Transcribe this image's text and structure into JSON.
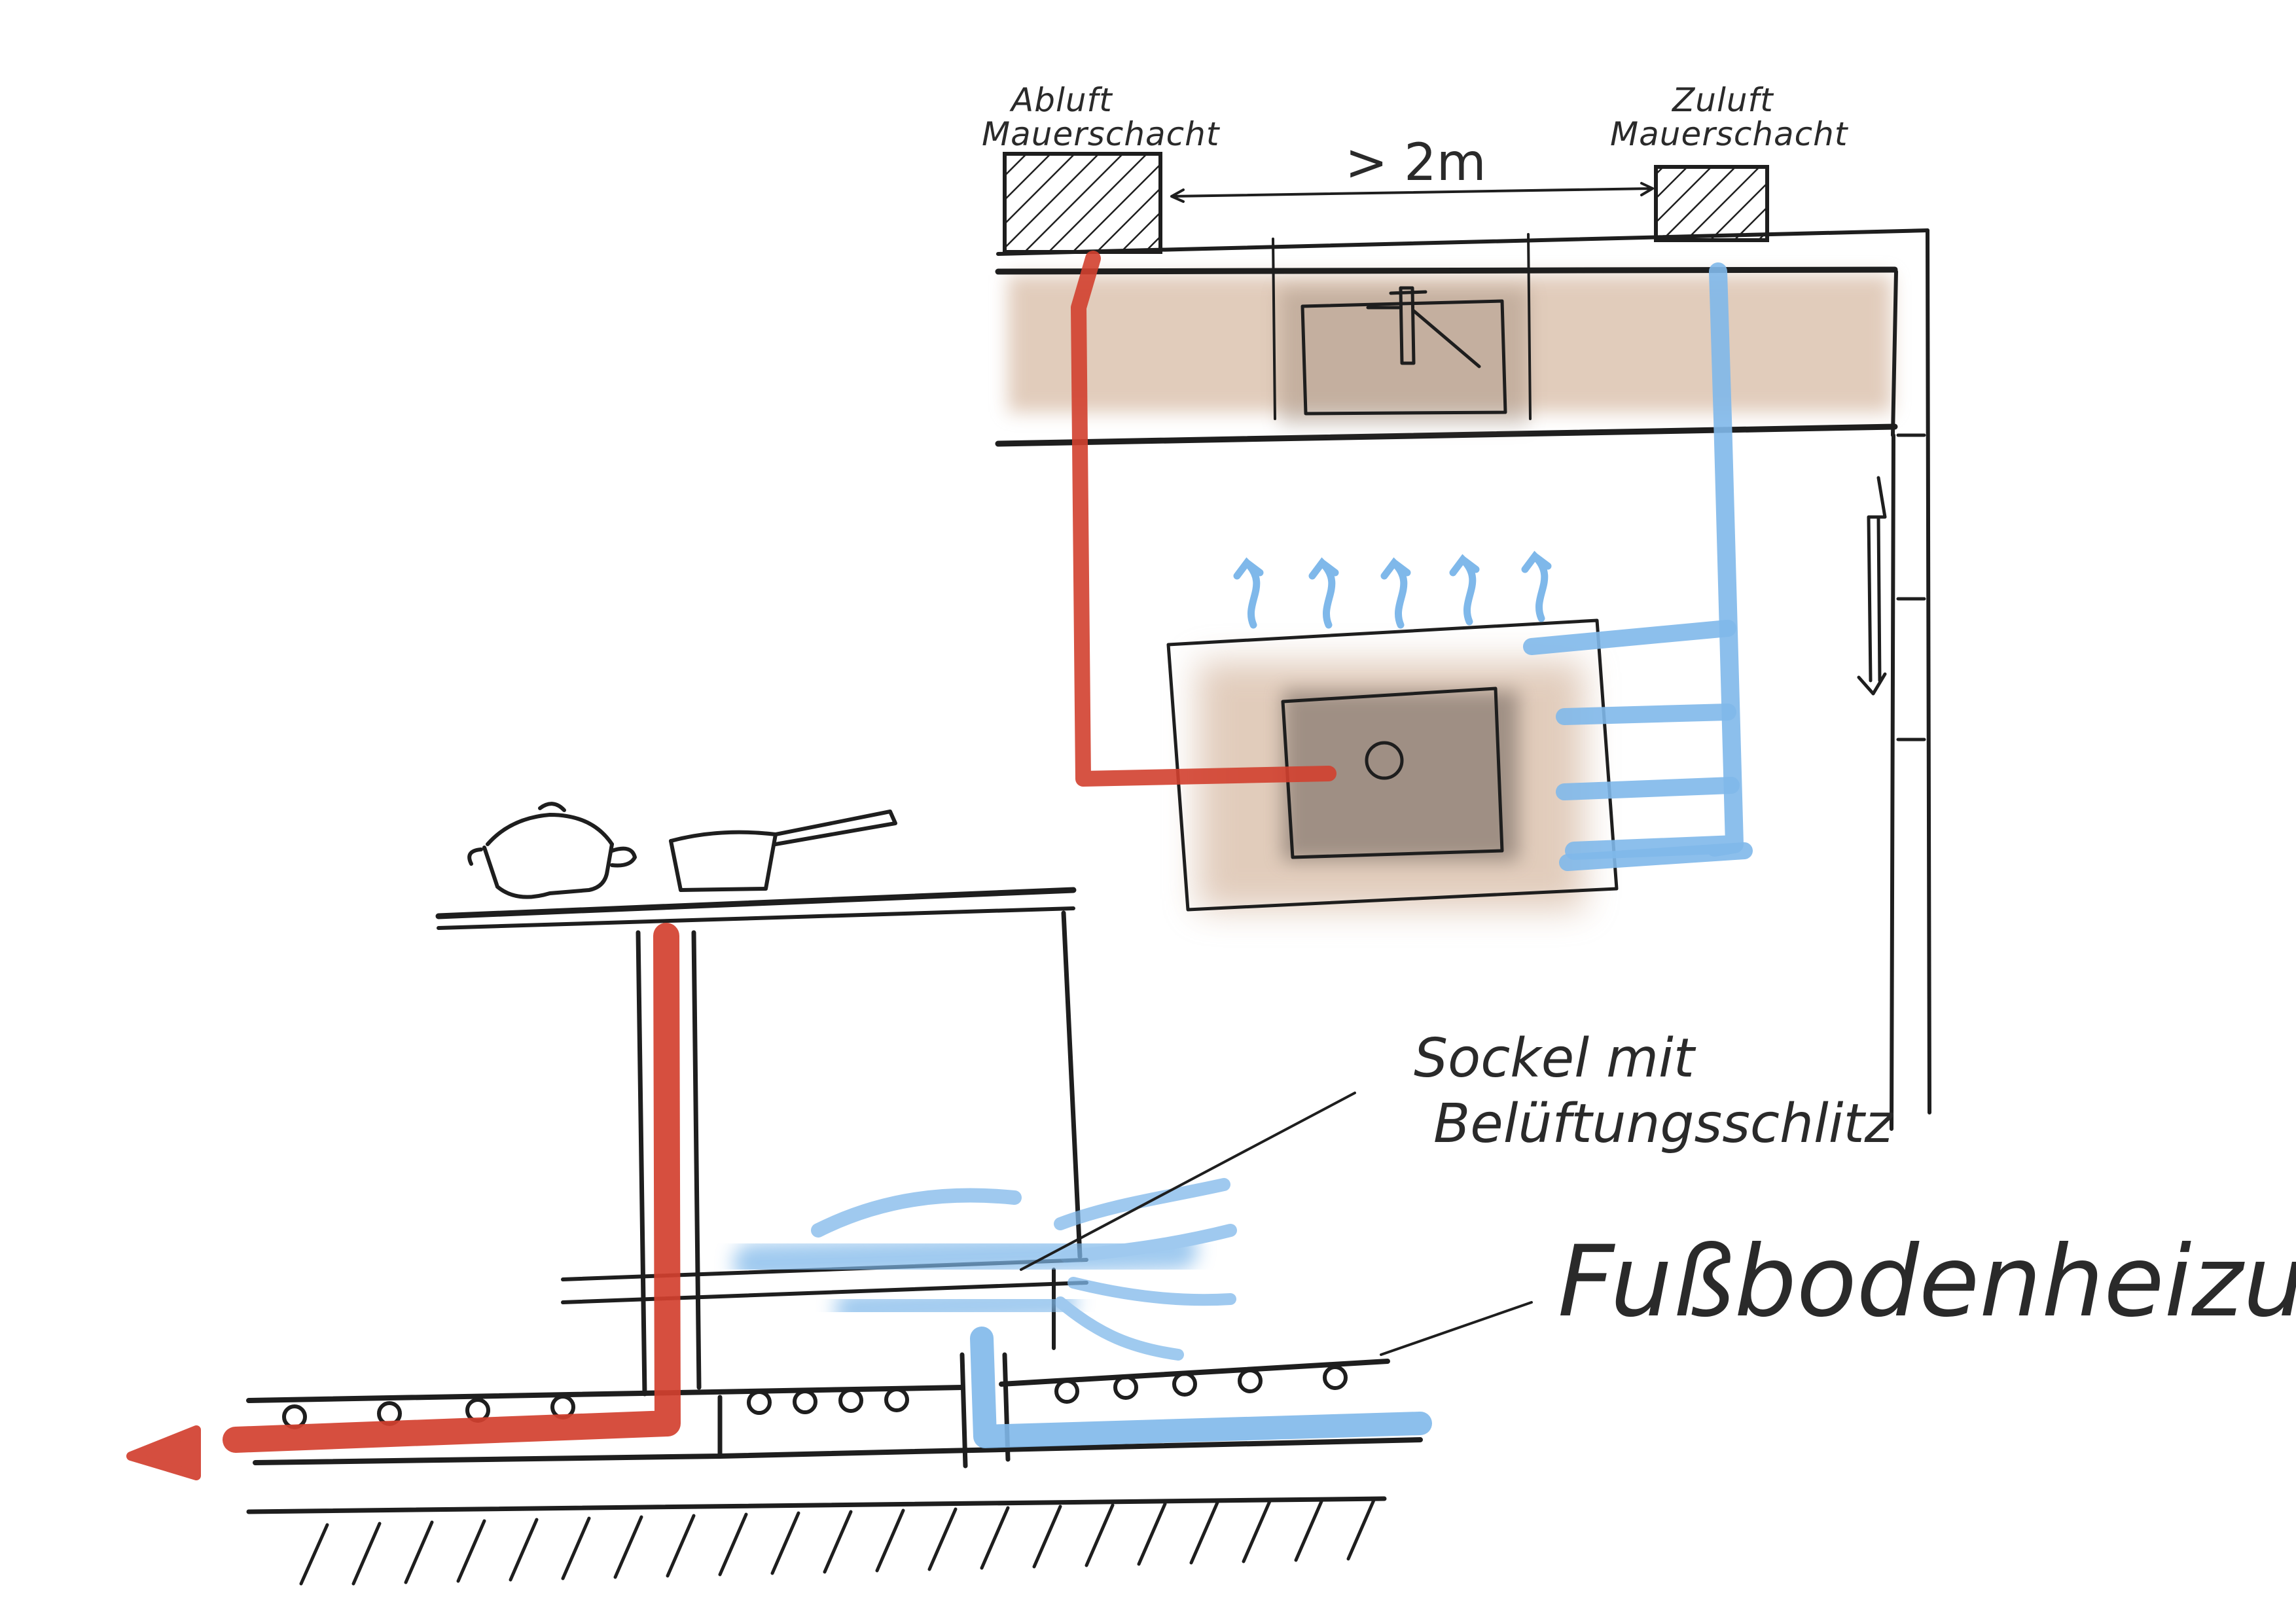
{
  "diagram": {
    "labels": {
      "abluft_line1": "Abluft",
      "abluft_line2": "Mauerschacht",
      "zuluft_line1": "Zuluft",
      "zuluft_line2": "Mauerschacht",
      "distance": "> 2m",
      "sockel_line1": "Sockel mit",
      "sockel_line2": "Belüftungsschlitz",
      "floor_heating": "Fußbodenheizung"
    },
    "colors": {
      "exhaust": "#d2402f",
      "supply": "#7fb8ea",
      "countertop": "#c9a385",
      "cooktop": "#8f8278",
      "ink": "#1e1e1e"
    }
  }
}
